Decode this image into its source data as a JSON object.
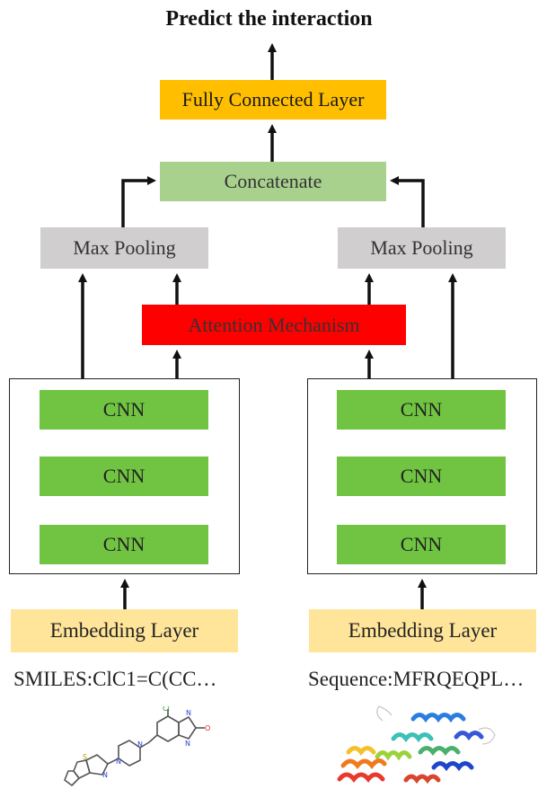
{
  "title": "Predict the interaction",
  "layers": {
    "fully_connected": "Fully Connected Layer",
    "concatenate": "Concatenate",
    "max_pooling_left": "Max Pooling",
    "max_pooling_right": "Max Pooling",
    "attention": "Attention Mechanism",
    "cnn_left": [
      "CNN",
      "CNN",
      "CNN"
    ],
    "cnn_right": [
      "CNN",
      "CNN",
      "CNN"
    ],
    "embedding_left": "Embedding Layer",
    "embedding_right": "Embedding Layer"
  },
  "inputs": {
    "smiles": "SMILES:ClC1=C(CC…",
    "sequence": "Sequence:MFRQEQPL…"
  },
  "colors": {
    "fully_connected": "#ffbf00",
    "concatenate": "#a9d18e",
    "max_pooling": "#d0cece",
    "attention": "#ff0000",
    "cnn": "#70c441",
    "embedding": "#ffe59a"
  },
  "images": {
    "left": "drug-molecule-structure",
    "right": "protein-ribbon-structure"
  }
}
